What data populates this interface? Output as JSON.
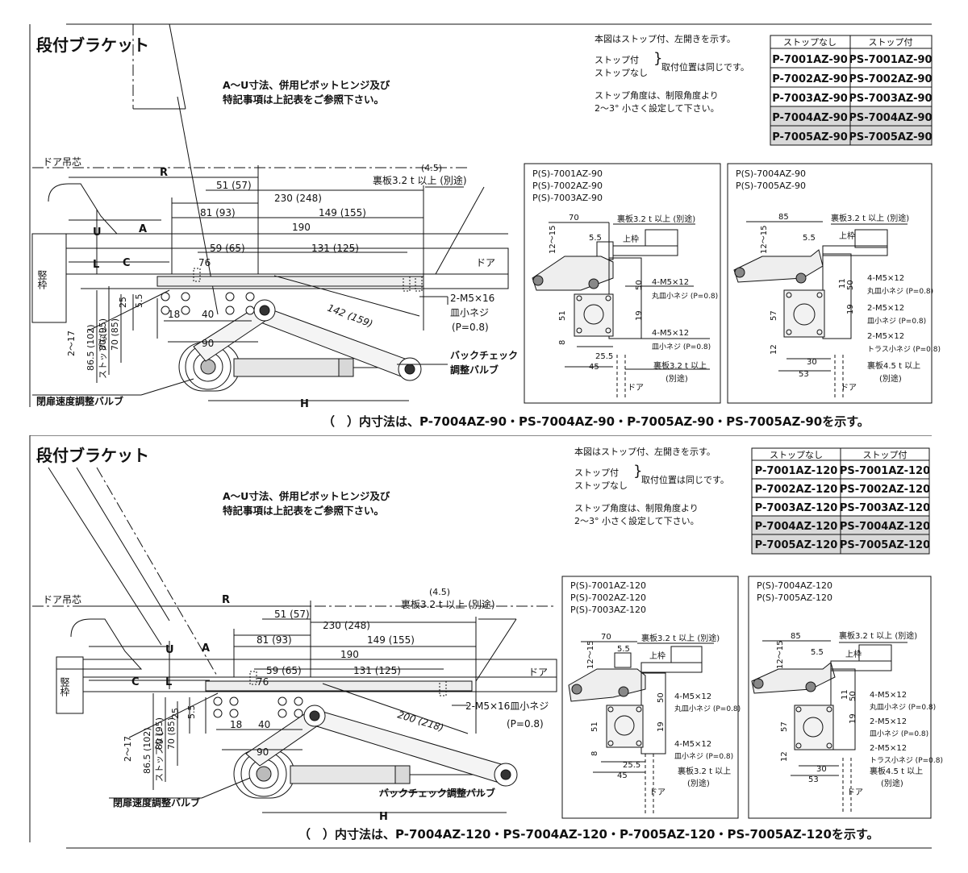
{
  "sections": [
    {
      "title": "段付ブラケット",
      "ref_note": [
        "A～U寸法、併用ピボットヒンジ及び",
        "特記事項は上記表をご参照下さい。"
      ],
      "spec_note": {
        "line1": "本図はストップ付、左開きを示す。",
        "stop_a": "ストップ付",
        "stop_b": "ストップなし",
        "same": "取付位置は同じです。",
        "angle1": "ストップ角度は、制限角度より",
        "angle2": "2～3° 小さく設定して下さい。"
      },
      "table": {
        "headers": [
          "ストップなし",
          "ストップ付"
        ],
        "rows": [
          [
            "P-7001AZ-90",
            "PS-7001AZ-90"
          ],
          [
            "P-7002AZ-90",
            "PS-7002AZ-90"
          ],
          [
            "P-7003AZ-90",
            "PS-7003AZ-90"
          ],
          [
            "P-7004AZ-90",
            "PS-7004AZ-90"
          ],
          [
            "P-7005AZ-90",
            "PS-7005AZ-90"
          ]
        ]
      },
      "main": {
        "pivot": "ドア吊芯",
        "frame": "竪枠",
        "door": "ドア",
        "R": "R",
        "A": "A",
        "U": "U",
        "L": "L",
        "C": "C",
        "H": "H",
        "d51": "51 (57)",
        "d230": "230 (248)",
        "d81": "81 (93)",
        "d149": "149 (155)",
        "d190": "190",
        "d59": "59 (65)",
        "d131": "131 (125)",
        "d76": "76",
        "d18": "18",
        "d40": "40",
        "d90": "90",
        "d45": "(4.5)",
        "back_plate": "裏板3.2 t 以上 (別途)",
        "screw": "2-M5×16",
        "screw_sub": "皿小ネジ",
        "pitch": "(P=0.8)",
        "arm": "142 (159)",
        "v25": "25",
        "v55": "5.5",
        "v80": "80 (95)",
        "v70": "70 (85)",
        "v86": "86.5 (102)",
        "stopnone": "ストップなし",
        "v217": "2～17",
        "backcheck1": "バックチェック",
        "backcheck2": "調整バルブ",
        "closing": "閉扉速度調整バルブ"
      },
      "detail_a": {
        "models": [
          "P(S)-7001AZ-90",
          "P(S)-7002AZ-90",
          "P(S)-7003AZ-90"
        ],
        "d70": "70",
        "d1215": "12～15",
        "d55": "5.5",
        "back32": "裏板3.2 t 以上 (別途)",
        "top_frame": "上枠",
        "d50": "50",
        "d19": "19",
        "d51": "51",
        "d8": "8",
        "s1": "4-M5×12",
        "s1b": "丸皿小ネジ (P=0.8)",
        "s2": "4-M5×12",
        "s2b": "皿小ネジ (P=0.8)",
        "d255": "25.5",
        "d45": "45",
        "back32b": "裏板3.2 t 以上",
        "separate": "(別途)",
        "door": "ドア"
      },
      "detail_b": {
        "models": [
          "P(S)-7004AZ-90",
          "P(S)-7005AZ-90"
        ],
        "d85": "85",
        "d1215": "12～15",
        "d55": "5.5",
        "back32": "裏板3.2 t 以上 (別途)",
        "top_frame": "上枠",
        "d50": "50",
        "d11": "11",
        "d19": "19",
        "d57": "57",
        "d12": "12",
        "s1": "4-M5×12",
        "s1b": "丸皿小ネジ (P=0.8)",
        "s2": "2-M5×12",
        "s2b": "皿小ネジ (P=0.8)",
        "s3": "2-M5×12",
        "s3b": "トラス小ネジ (P=0.8)",
        "d30": "30",
        "d53": "53",
        "back45": "裏板4.5 t 以上",
        "separate": "(別途)",
        "door": "ドア"
      },
      "footnote": "（　）内寸法は、P-7004AZ-90・PS-7004AZ-90・P-7005AZ-90・PS-7005AZ-90を示す。"
    },
    {
      "title": "段付ブラケット",
      "ref_note": [
        "A～U寸法、併用ピボットヒンジ及び",
        "特記事項は上記表をご参照下さい。"
      ],
      "spec_note": {
        "line1": "本図はストップ付、左開きを示す。",
        "stop_a": "ストップ付",
        "stop_b": "ストップなし",
        "same": "取付位置は同じです。",
        "angle1": "ストップ角度は、制限角度より",
        "angle2": "2～3° 小さく設定して下さい。"
      },
      "table": {
        "headers": [
          "ストップなし",
          "ストップ付"
        ],
        "rows": [
          [
            "P-7001AZ-120",
            "PS-7001AZ-120"
          ],
          [
            "P-7002AZ-120",
            "PS-7002AZ-120"
          ],
          [
            "P-7003AZ-120",
            "PS-7003AZ-120"
          ],
          [
            "P-7004AZ-120",
            "PS-7004AZ-120"
          ],
          [
            "P-7005AZ-120",
            "PS-7005AZ-120"
          ]
        ]
      },
      "main": {
        "pivot": "ドア吊芯",
        "frame": "竪枠",
        "door": "ドア",
        "R": "R",
        "A": "A",
        "U": "U",
        "L": "L",
        "C": "C",
        "H": "H",
        "d51": "51 (57)",
        "d230": "230 (248)",
        "d81": "81 (93)",
        "d149": "149 (155)",
        "d190": "190",
        "d59": "59 (65)",
        "d131": "131 (125)",
        "d76": "76",
        "d18": "18",
        "d40": "40",
        "d90": "90",
        "d45": "(4.5)",
        "back_plate": "裏板3.2 t 以上 (別途)",
        "screw": "2-M5×16皿小ネジ",
        "screw_sub": "",
        "pitch": "(P=0.8)",
        "arm": "200 (218)",
        "v25": "25",
        "v55": "5.5",
        "v80": "80 (95)",
        "v70": "70 (85)",
        "v86": "86.5 (102)",
        "stopnone": "ストップなし",
        "v217": "2～17",
        "backcheck1": "バックチェック調整バルブ",
        "backcheck2": "",
        "closing": "閉扉速度調整バルブ"
      },
      "detail_a": {
        "models": [
          "P(S)-7001AZ-120",
          "P(S)-7002AZ-120",
          "P(S)-7003AZ-120"
        ],
        "d70": "70",
        "d1215": "12～15",
        "d55": "5.5",
        "back32": "裏板3.2 t 以上 (別途)",
        "top_frame": "上枠",
        "d50": "50",
        "d19": "19",
        "d51": "51",
        "d8": "8",
        "s1": "4-M5×12",
        "s1b": "丸皿小ネジ (P=0.8)",
        "s2": "4-M5×12",
        "s2b": "皿小ネジ (P=0.8)",
        "d255": "25.5",
        "d45": "45",
        "back32b": "裏板3.2 t 以上",
        "separate": "(別途)",
        "door": "ドア"
      },
      "detail_b": {
        "models": [
          "P(S)-7004AZ-120",
          "P(S)-7005AZ-120"
        ],
        "d85": "85",
        "d1215": "12～15",
        "d55": "5.5",
        "back32": "裏板3.2 t 以上 (別途)",
        "top_frame": "上枠",
        "d50": "50",
        "d11": "11",
        "d19": "19",
        "d57": "57",
        "d12": "12",
        "s1": "4-M5×12",
        "s1b": "丸皿小ネジ (P=0.8)",
        "s2": "2-M5×12",
        "s2b": "皿小ネジ (P=0.8)",
        "s3": "2-M5×12",
        "s3b": "トラス小ネジ (P=0.8)",
        "d30": "30",
        "d53": "53",
        "back45": "裏板4.5 t 以上",
        "separate": "(別途)",
        "door": "ドア"
      },
      "footnote": "（　）内寸法は、P-7004AZ-120・PS-7004AZ-120・P-7005AZ-120・PS-7005AZ-120を示す。"
    }
  ]
}
